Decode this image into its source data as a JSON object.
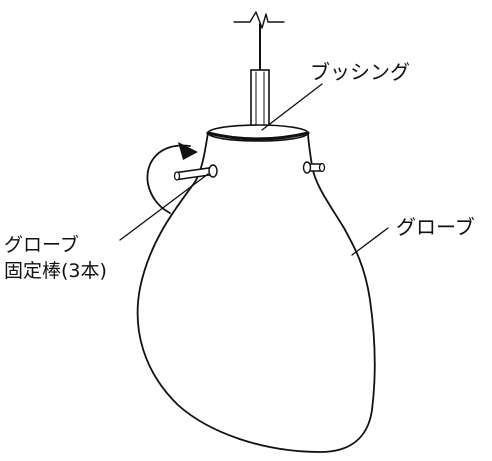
{
  "labels": {
    "bushing": "ブッシング",
    "globe": "グローブ",
    "globe_rod_line1": "グローブ",
    "globe_rod_line2": "固定棒(3本)"
  },
  "colors": {
    "stroke": "#111111",
    "background": "#ffffff"
  }
}
